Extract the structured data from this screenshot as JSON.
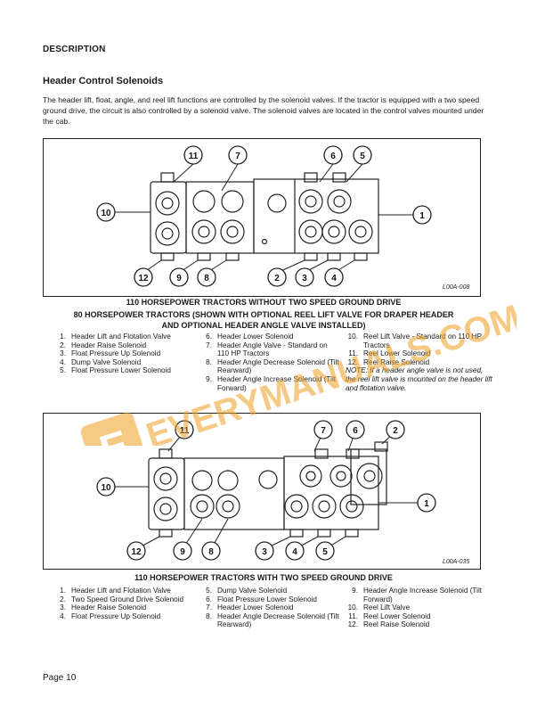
{
  "header": {
    "section": "DESCRIPTION"
  },
  "subheading": "Header Control Solenoids",
  "intro": "The header lift, float, angle, and reel lift functions are controlled by the solenoid valves. If the tractor is equipped with a two speed ground drive, the circuit is also controlled by a solenoid valve. The solenoid valves are located in the control valves mounted under the cab.",
  "figure1": {
    "code": "L00A-008",
    "callouts": [
      "1",
      "2",
      "3",
      "4",
      "5",
      "6",
      "7",
      "8",
      "9",
      "10",
      "11",
      "12"
    ],
    "caption_lines": [
      "110 HORSEPOWER TRACTORS WITHOUT TWO SPEED GROUND DRIVE",
      "80 HORSEPOWER TRACTORS (SHOWN WITH OPTIONAL REEL LIFT VALVE FOR DRAPER HEADER",
      "AND OPTIONAL HEADER ANGLE VALVE INSTALLED)"
    ],
    "legend": [
      [
        {
          "n": "1.",
          "t": "Header Lift and Flotation Valve"
        },
        {
          "n": "2.",
          "t": "Header Raise Solenoid"
        },
        {
          "n": "3.",
          "t": "Float Pressure Up Solenoid"
        },
        {
          "n": "4.",
          "t": "Dump Valve Solenoid"
        },
        {
          "n": "5.",
          "t": "Float Pressure Lower Solenoid"
        }
      ],
      [
        {
          "n": "6.",
          "t": "Header Lower Solenoid"
        },
        {
          "n": "7.",
          "t": "Header Angle Valve - Standard on 110 HP Tractors"
        },
        {
          "n": "8.",
          "t": "Header Angle Decrease Solenoid (Tilt Rearward)"
        },
        {
          "n": "9.",
          "t": "Header Angle Increase Solenoid (Tilt Forward)"
        }
      ],
      [
        {
          "n": "10.",
          "t": "Reel Lift Valve - Standard on 110 HP Tractors"
        },
        {
          "n": "11.",
          "t": "Reel Lower Solenoid"
        },
        {
          "n": "12.",
          "t": "Reel Raise Solenoid"
        }
      ]
    ],
    "note": "NOTE: If a header angle valve is not used, the reel lift valve is mounted on the header lift and flotation valve."
  },
  "figure2": {
    "code": "L00A-035",
    "callouts": [
      "1",
      "2",
      "3",
      "4",
      "5",
      "6",
      "7",
      "8",
      "9",
      "10",
      "11",
      "12"
    ],
    "caption": "110 HORSEPOWER TRACTORS WITH TWO SPEED GROUND DRIVE",
    "legend": [
      [
        {
          "n": "1.",
          "t": "Header Lift and Flotation Valve"
        },
        {
          "n": "2.",
          "t": "Two Speed Ground Drive Solenoid"
        },
        {
          "n": "3.",
          "t": "Header Raise Solenoid"
        },
        {
          "n": "4.",
          "t": "Float Pressure Up Solenoid"
        }
      ],
      [
        {
          "n": "5.",
          "t": "Dump Valve Solenoid"
        },
        {
          "n": "6.",
          "t": "Float Pressure Lower Solenoid"
        },
        {
          "n": "7.",
          "t": "Header Lower Solenoid"
        },
        {
          "n": "8.",
          "t": "Header Angle Decrease Solenoid (Tilt Rearward)"
        }
      ],
      [
        {
          "n": "9.",
          "t": "Header Angle Increase Solenoid (Tilt Forward)"
        },
        {
          "n": "10.",
          "t": "Reel Lift Valve"
        },
        {
          "n": "11.",
          "t": "Reel Lower Solenoid"
        },
        {
          "n": "12.",
          "t": "Reel Raise Solenoid"
        }
      ]
    ]
  },
  "watermark": {
    "text": "EVERYMANUALS.COM",
    "letter": "E",
    "color": "#f0a020"
  },
  "footer": {
    "page": "Page 10"
  }
}
